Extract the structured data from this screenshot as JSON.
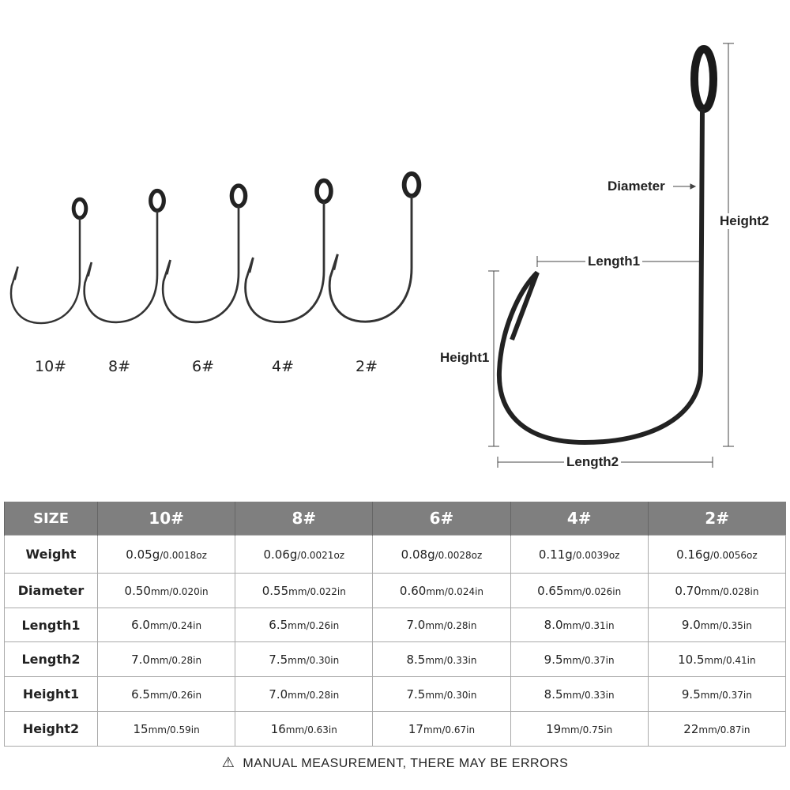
{
  "sizes": [
    "10#",
    "8#",
    "6#",
    "4#",
    "2#"
  ],
  "diagram": {
    "diameter": "Diameter",
    "length1": "Length1",
    "length2": "Length2",
    "height1": "Height1",
    "height2": "Height2"
  },
  "table": {
    "header": [
      "SIZE",
      "10#",
      "8#",
      "6#",
      "4#",
      "2#"
    ],
    "rows": [
      {
        "label": "Weight",
        "cells": [
          [
            "0.05g",
            "/0.0018oz"
          ],
          [
            "0.06g",
            "/0.0021oz"
          ],
          [
            "0.08g",
            "/0.0028oz"
          ],
          [
            "0.11g",
            "/0.0039oz"
          ],
          [
            "0.16g",
            "/0.0056oz"
          ]
        ]
      },
      {
        "label": "Diameter",
        "cells": [
          [
            "0.50",
            "mm/0.020in"
          ],
          [
            "0.55",
            "mm/0.022in"
          ],
          [
            "0.60",
            "mm/0.024in"
          ],
          [
            "0.65",
            "mm/0.026in"
          ],
          [
            "0.70",
            "mm/0.028in"
          ]
        ]
      },
      {
        "label": "Length1",
        "cells": [
          [
            "6.0",
            "mm/0.24in"
          ],
          [
            "6.5",
            "mm/0.26in"
          ],
          [
            "7.0",
            "mm/0.28in"
          ],
          [
            "8.0",
            "mm/0.31in"
          ],
          [
            "9.0",
            "mm/0.35in"
          ]
        ]
      },
      {
        "label": "Length2",
        "cells": [
          [
            "7.0",
            "mm/0.28in"
          ],
          [
            "7.5",
            "mm/0.30in"
          ],
          [
            "8.5",
            "mm/0.33in"
          ],
          [
            "9.5",
            "mm/0.37in"
          ],
          [
            "10.5",
            "mm/0.41in"
          ]
        ]
      },
      {
        "label": "Height1",
        "cells": [
          [
            "6.5",
            "mm/0.26in"
          ],
          [
            "7.0",
            "mm/0.28in"
          ],
          [
            "7.5",
            "mm/0.30in"
          ],
          [
            "8.5",
            "mm/0.33in"
          ],
          [
            "9.5",
            "mm/0.37in"
          ]
        ]
      },
      {
        "label": "Height2",
        "cells": [
          [
            "15",
            "mm/0.59in"
          ],
          [
            "16",
            "mm/0.63in"
          ],
          [
            "17",
            "mm/0.67in"
          ],
          [
            "19",
            "mm/0.75in"
          ],
          [
            "22",
            "mm/0.87in"
          ]
        ]
      }
    ]
  },
  "warning": "MANUAL MEASUREMENT, THERE MAY BE ERRORS"
}
